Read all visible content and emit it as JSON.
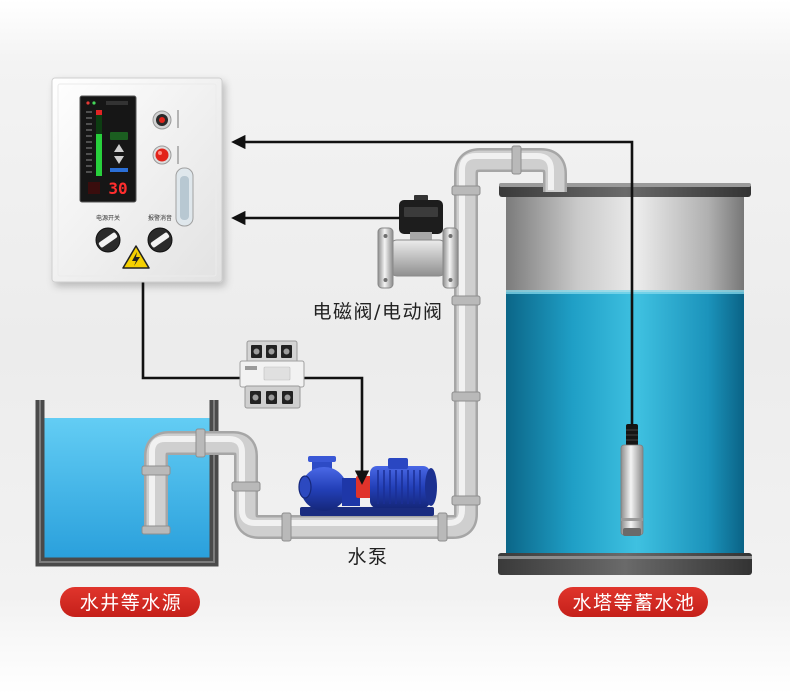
{
  "diagram": {
    "labels": {
      "valve": "电磁阀/电动阀",
      "pump": "水泵",
      "water_source": "水井等水源",
      "storage_tank": "水塔等蓄水池"
    },
    "control_box": {
      "display_reading": "30",
      "power_switch_label": "电源开关",
      "alarm_mute_label": "报警消音"
    }
  },
  "colors": {
    "label_badge": "#d42a22",
    "label_badge_text": "#ffffff",
    "well_water": "#2fa9e6",
    "tank_water": "#1fa3c8",
    "pump_body": "#2340b8",
    "wire": "#111111",
    "indicator_red": "#e2231a"
  }
}
